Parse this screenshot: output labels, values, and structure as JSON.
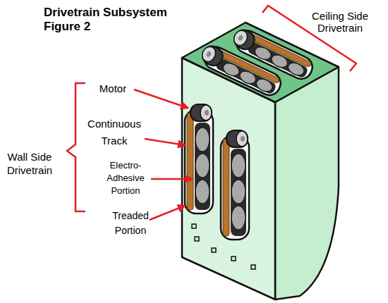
{
  "diagram": {
    "title": "Drivetrain Subsystem Figure 2",
    "labels": [
      "Ceiling Side Drivetrain",
      "Motor",
      "Continuous Track",
      "Wall Side Drivetrain",
      "Electro-Adhesive Portion",
      "Treaded Portion"
    ]
  }
}
